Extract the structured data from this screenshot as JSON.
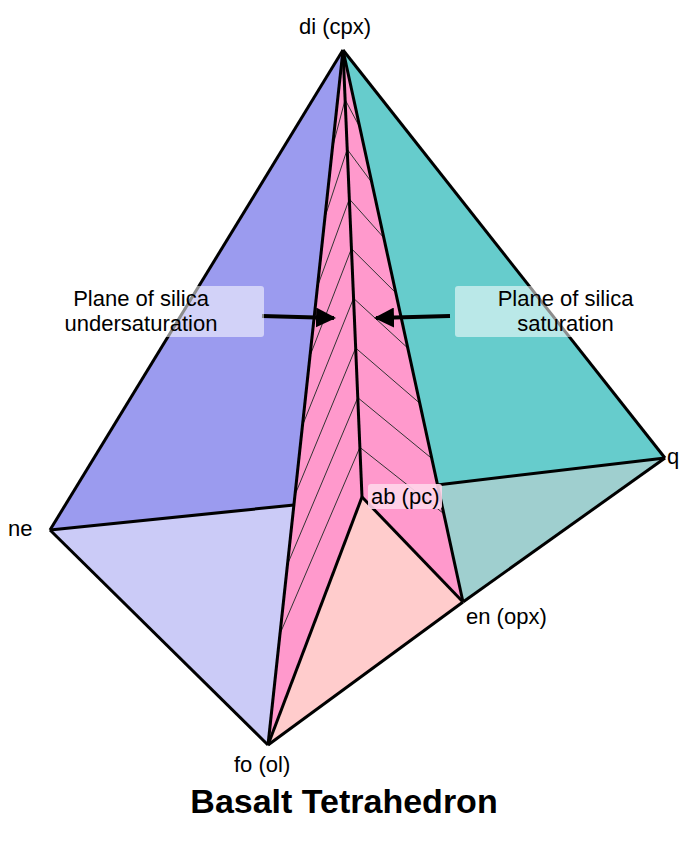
{
  "diagram": {
    "title": "Basalt Tetrahedron",
    "labels": [
      "di (cpx)",
      "Plane of silica undersaturation",
      "Plane of silica saturation",
      "ab (pc)",
      "ne",
      "q",
      "en (opx)",
      "fo (ol)"
    ]
  }
}
